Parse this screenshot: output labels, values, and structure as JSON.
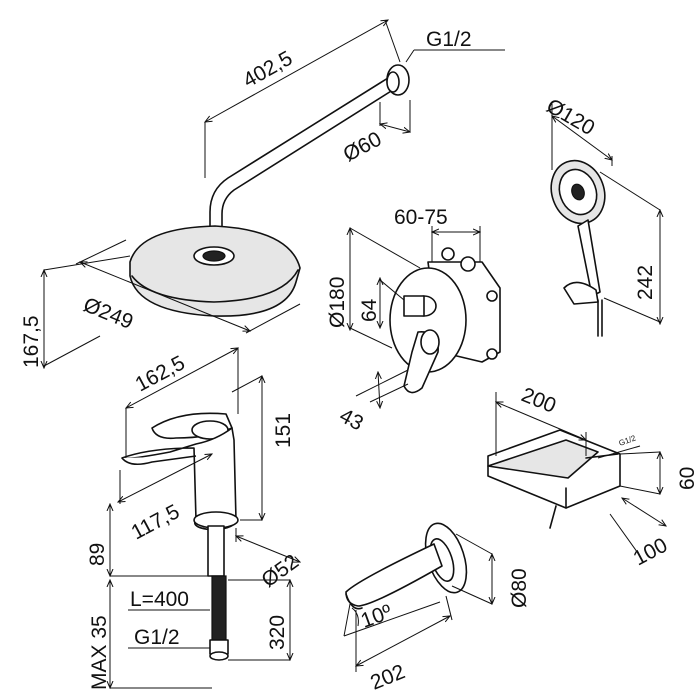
{
  "head_shower": {
    "arm_length": "402,5",
    "arm_thread": "G1/2",
    "flange_diameter": "Ø60",
    "head_diameter": "Ø249",
    "head_height": "167,5"
  },
  "hand_shower": {
    "diameter": "Ø120",
    "length": "242"
  },
  "mixer": {
    "depth_range": "60-75",
    "plate_diameter": "Ø180",
    "offset": "64",
    "handle": "43"
  },
  "basin_faucet": {
    "width": "162,5",
    "height": "151",
    "spout_reach": "117,5",
    "base_height": "89",
    "base_diameter": "Ø52",
    "max_thickness": "MAX 35",
    "hose_length": "L=400",
    "hose_thread": "G1/2",
    "hose_drop": "320"
  },
  "waterfall_spout": {
    "width": "200",
    "thread": "G1/2",
    "height": "60",
    "depth": "100"
  },
  "bath_spout": {
    "flange_diameter": "Ø80",
    "angle": "10º",
    "length": "202"
  }
}
